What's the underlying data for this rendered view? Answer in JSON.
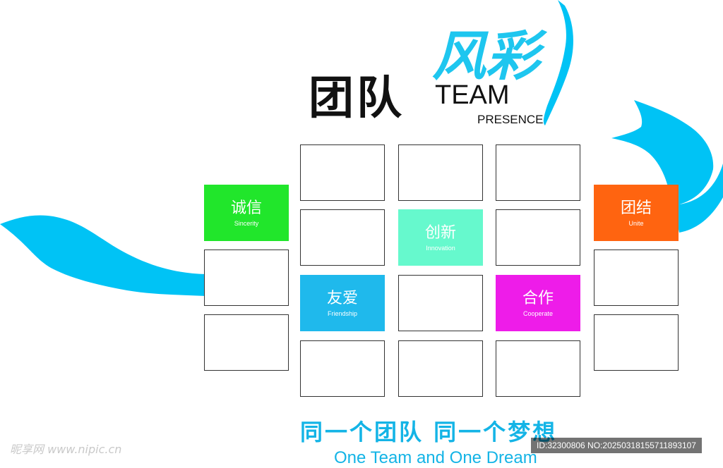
{
  "header": {
    "title_chars": "团队",
    "title_script": "风彩",
    "team": "TEAM",
    "presence": "PRESENCE"
  },
  "tiles": {
    "sincerity": {
      "cn": "诚信",
      "en": "Sincerity",
      "color": "#21e62b"
    },
    "innovation": {
      "cn": "创新",
      "en": "Innovation",
      "color": "#66f9cd"
    },
    "friendship": {
      "cn": "友爱",
      "en": "Friendship",
      "color": "#1fb9ec"
    },
    "cooperate": {
      "cn": "合作",
      "en": "Cooperate",
      "color": "#ee1ce9"
    },
    "unite": {
      "cn": "团结",
      "en": "Unite",
      "color": "#ff6410"
    }
  },
  "slogan": {
    "cn": "同一个团队 同一个梦想",
    "en": "One Team and One Dream"
  },
  "colors": {
    "ribbon": "#00c3f5",
    "slogan": "#14b4e6"
  },
  "watermark": {
    "left": "昵享网 www.nipic.cn",
    "right": "ID:32300806 NO:20250318155711893107"
  }
}
